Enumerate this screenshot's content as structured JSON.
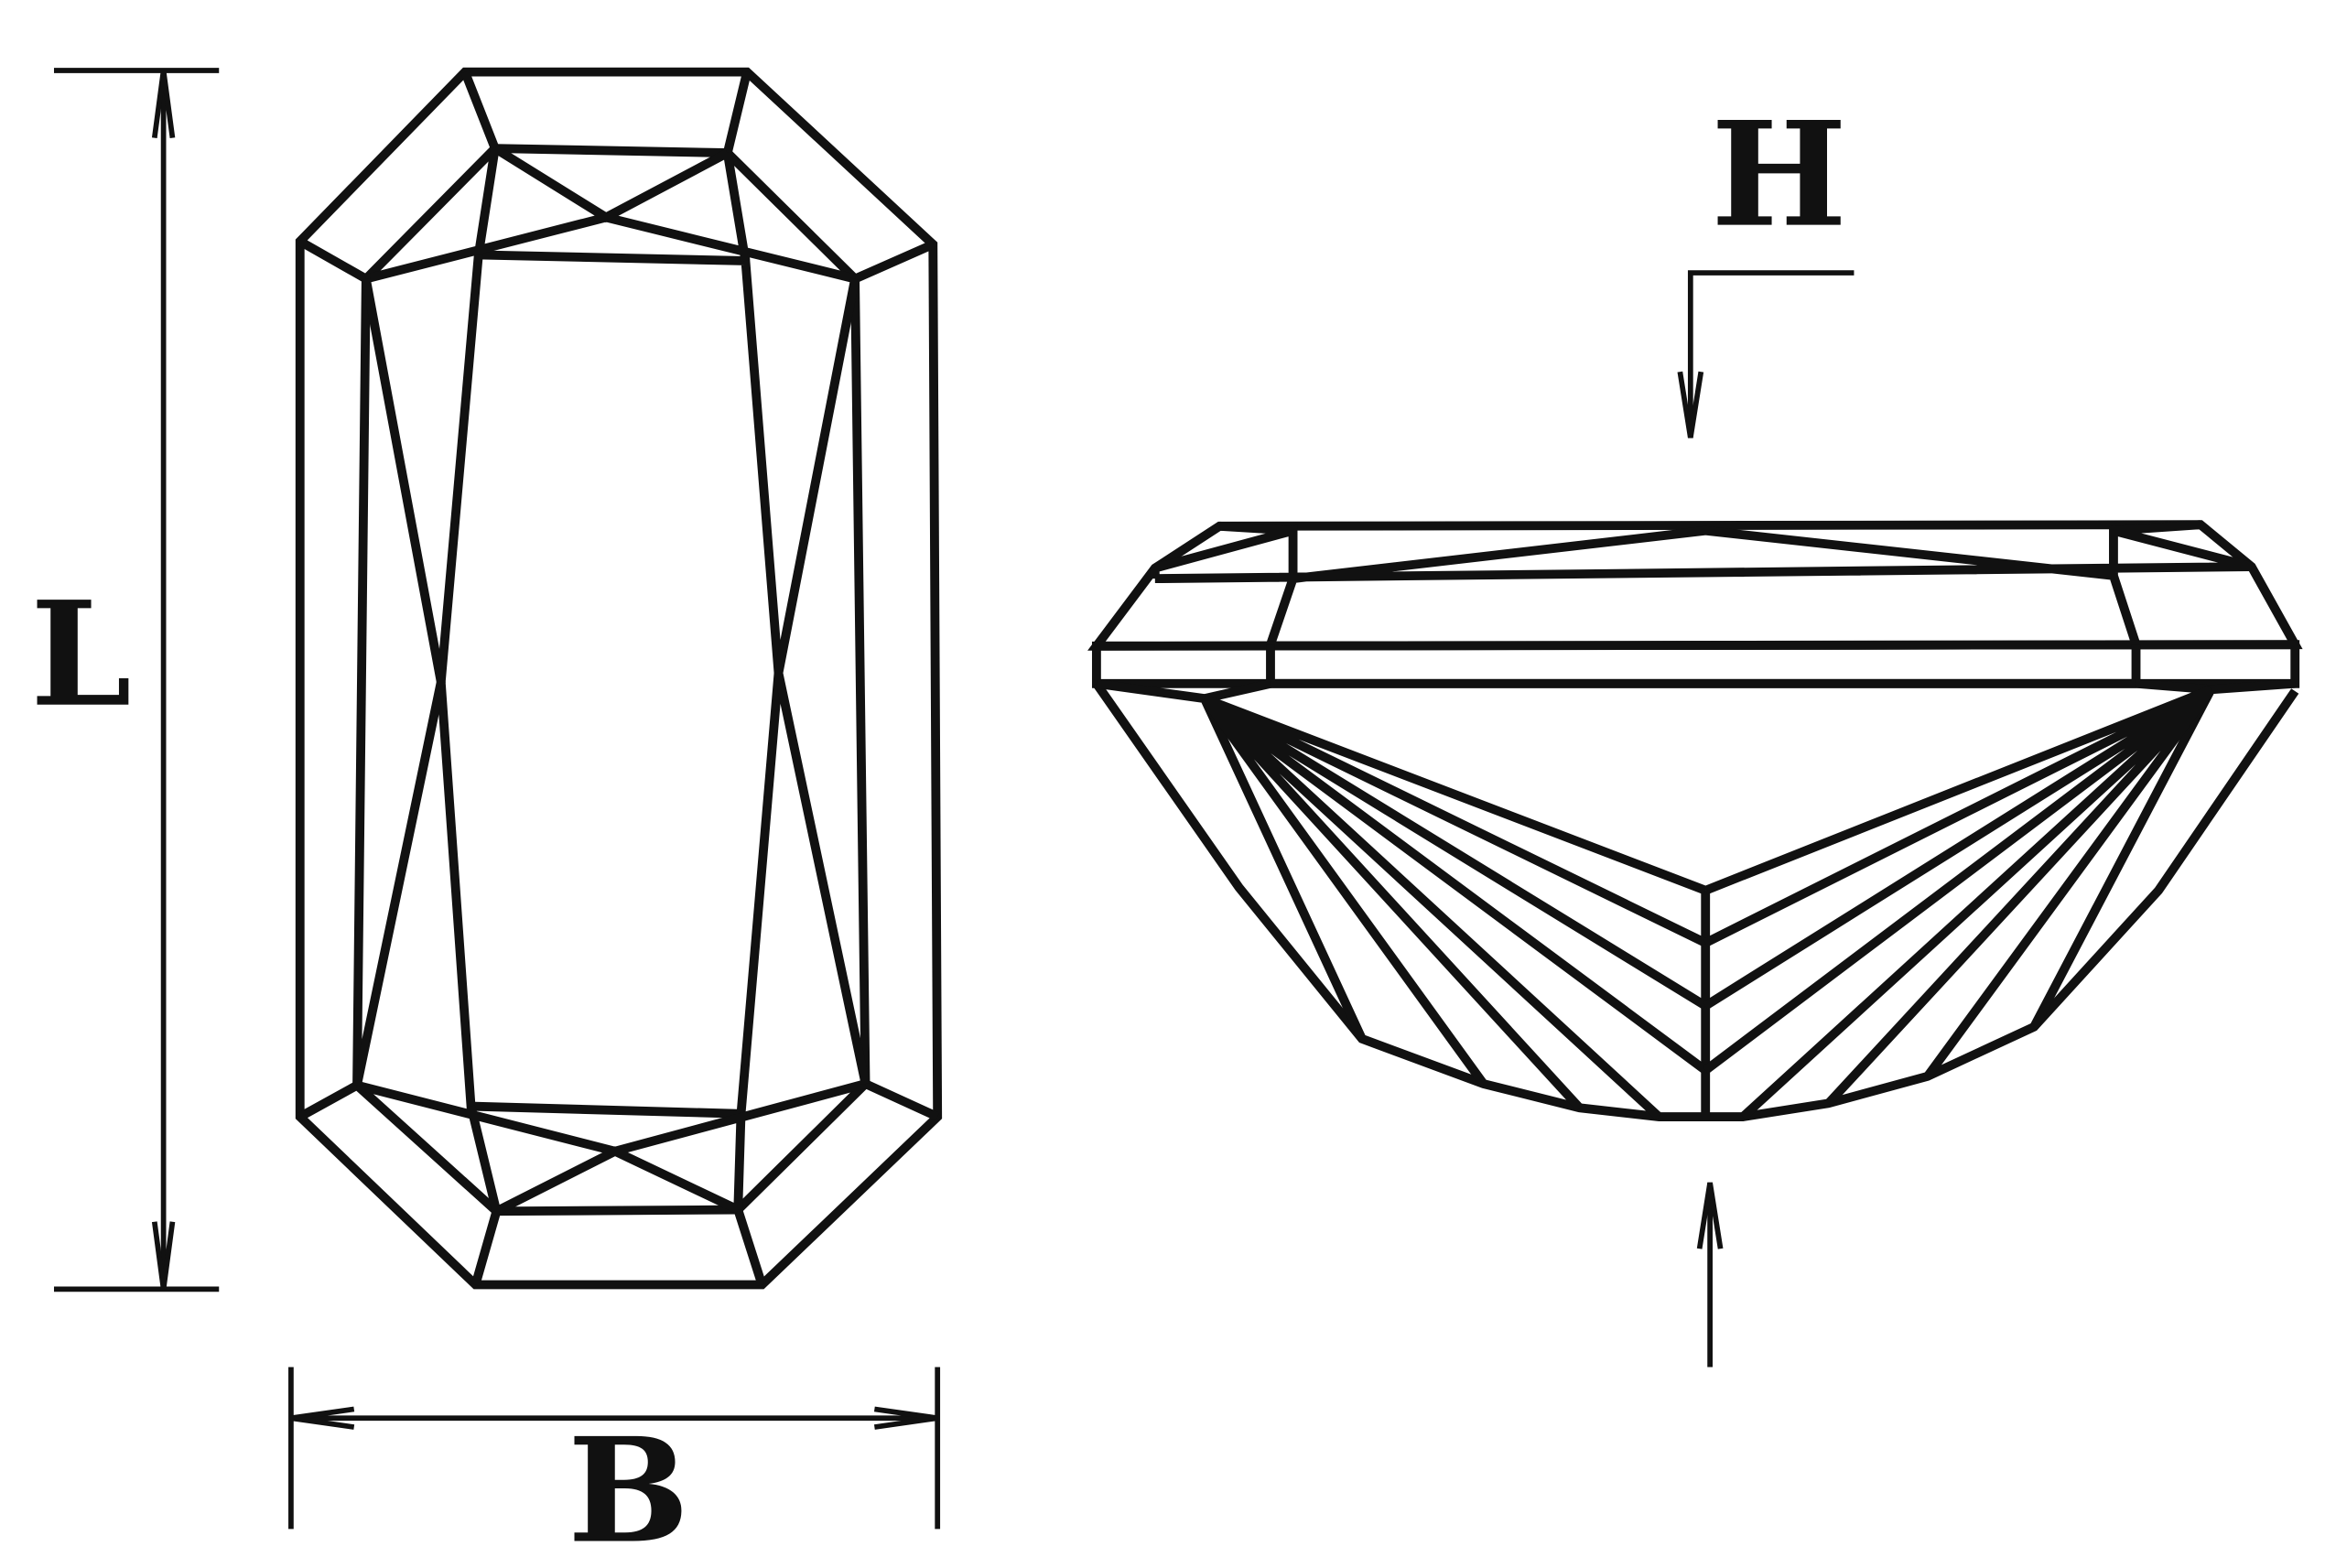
{
  "labels": {
    "length": "L",
    "breadth": "B",
    "height": "H"
  },
  "colors": {
    "line": "#111111",
    "background": "#ffffff"
  }
}
